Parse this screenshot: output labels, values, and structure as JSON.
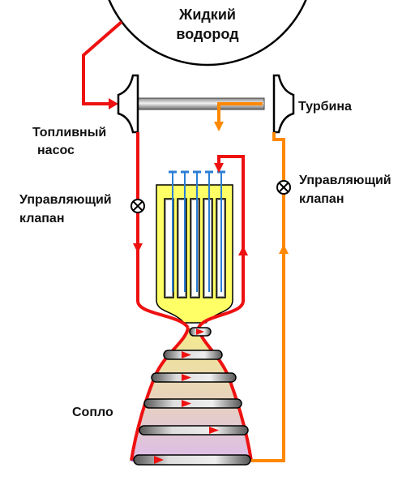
{
  "tank": {
    "label_line1": "Жидкий",
    "label_line2": "водород"
  },
  "labels": {
    "fuel_pump_line1": "Топливный",
    "fuel_pump_line2": "насос",
    "turbine": "Турбина",
    "control_valve_left_line1": "Управляющий",
    "control_valve_left_line2": "клапан",
    "control_valve_right_line1": "Управляющий",
    "control_valve_right_line2": "клапан",
    "nozzle": "Сопло"
  },
  "colors": {
    "hot_flow": "#ee1111",
    "warm_flow": "#ff8800",
    "core": "#ffff66",
    "outline": "#000000",
    "nozzle_top": "#f4e98a",
    "nozzle_bottom": "#dcbde8",
    "control_rod": "#2a7fd4"
  },
  "icons": [
    "valve-icon",
    "flow-arrow-icon"
  ]
}
